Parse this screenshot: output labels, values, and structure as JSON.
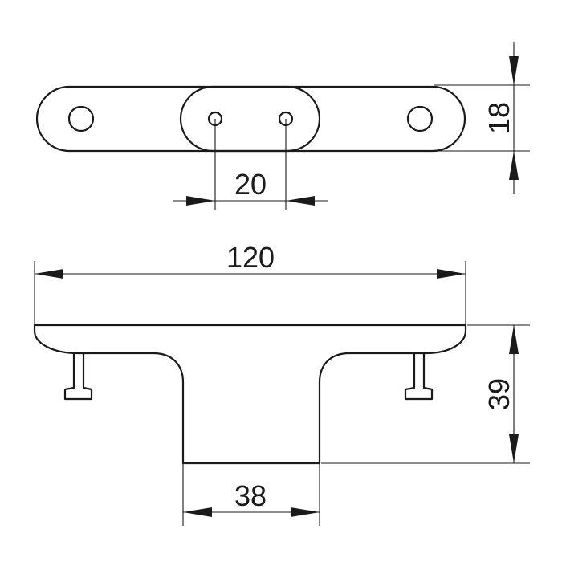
{
  "dimensions": {
    "hole_spacing": "20",
    "width": "18",
    "length": "120",
    "height": "39",
    "base_width": "38"
  }
}
